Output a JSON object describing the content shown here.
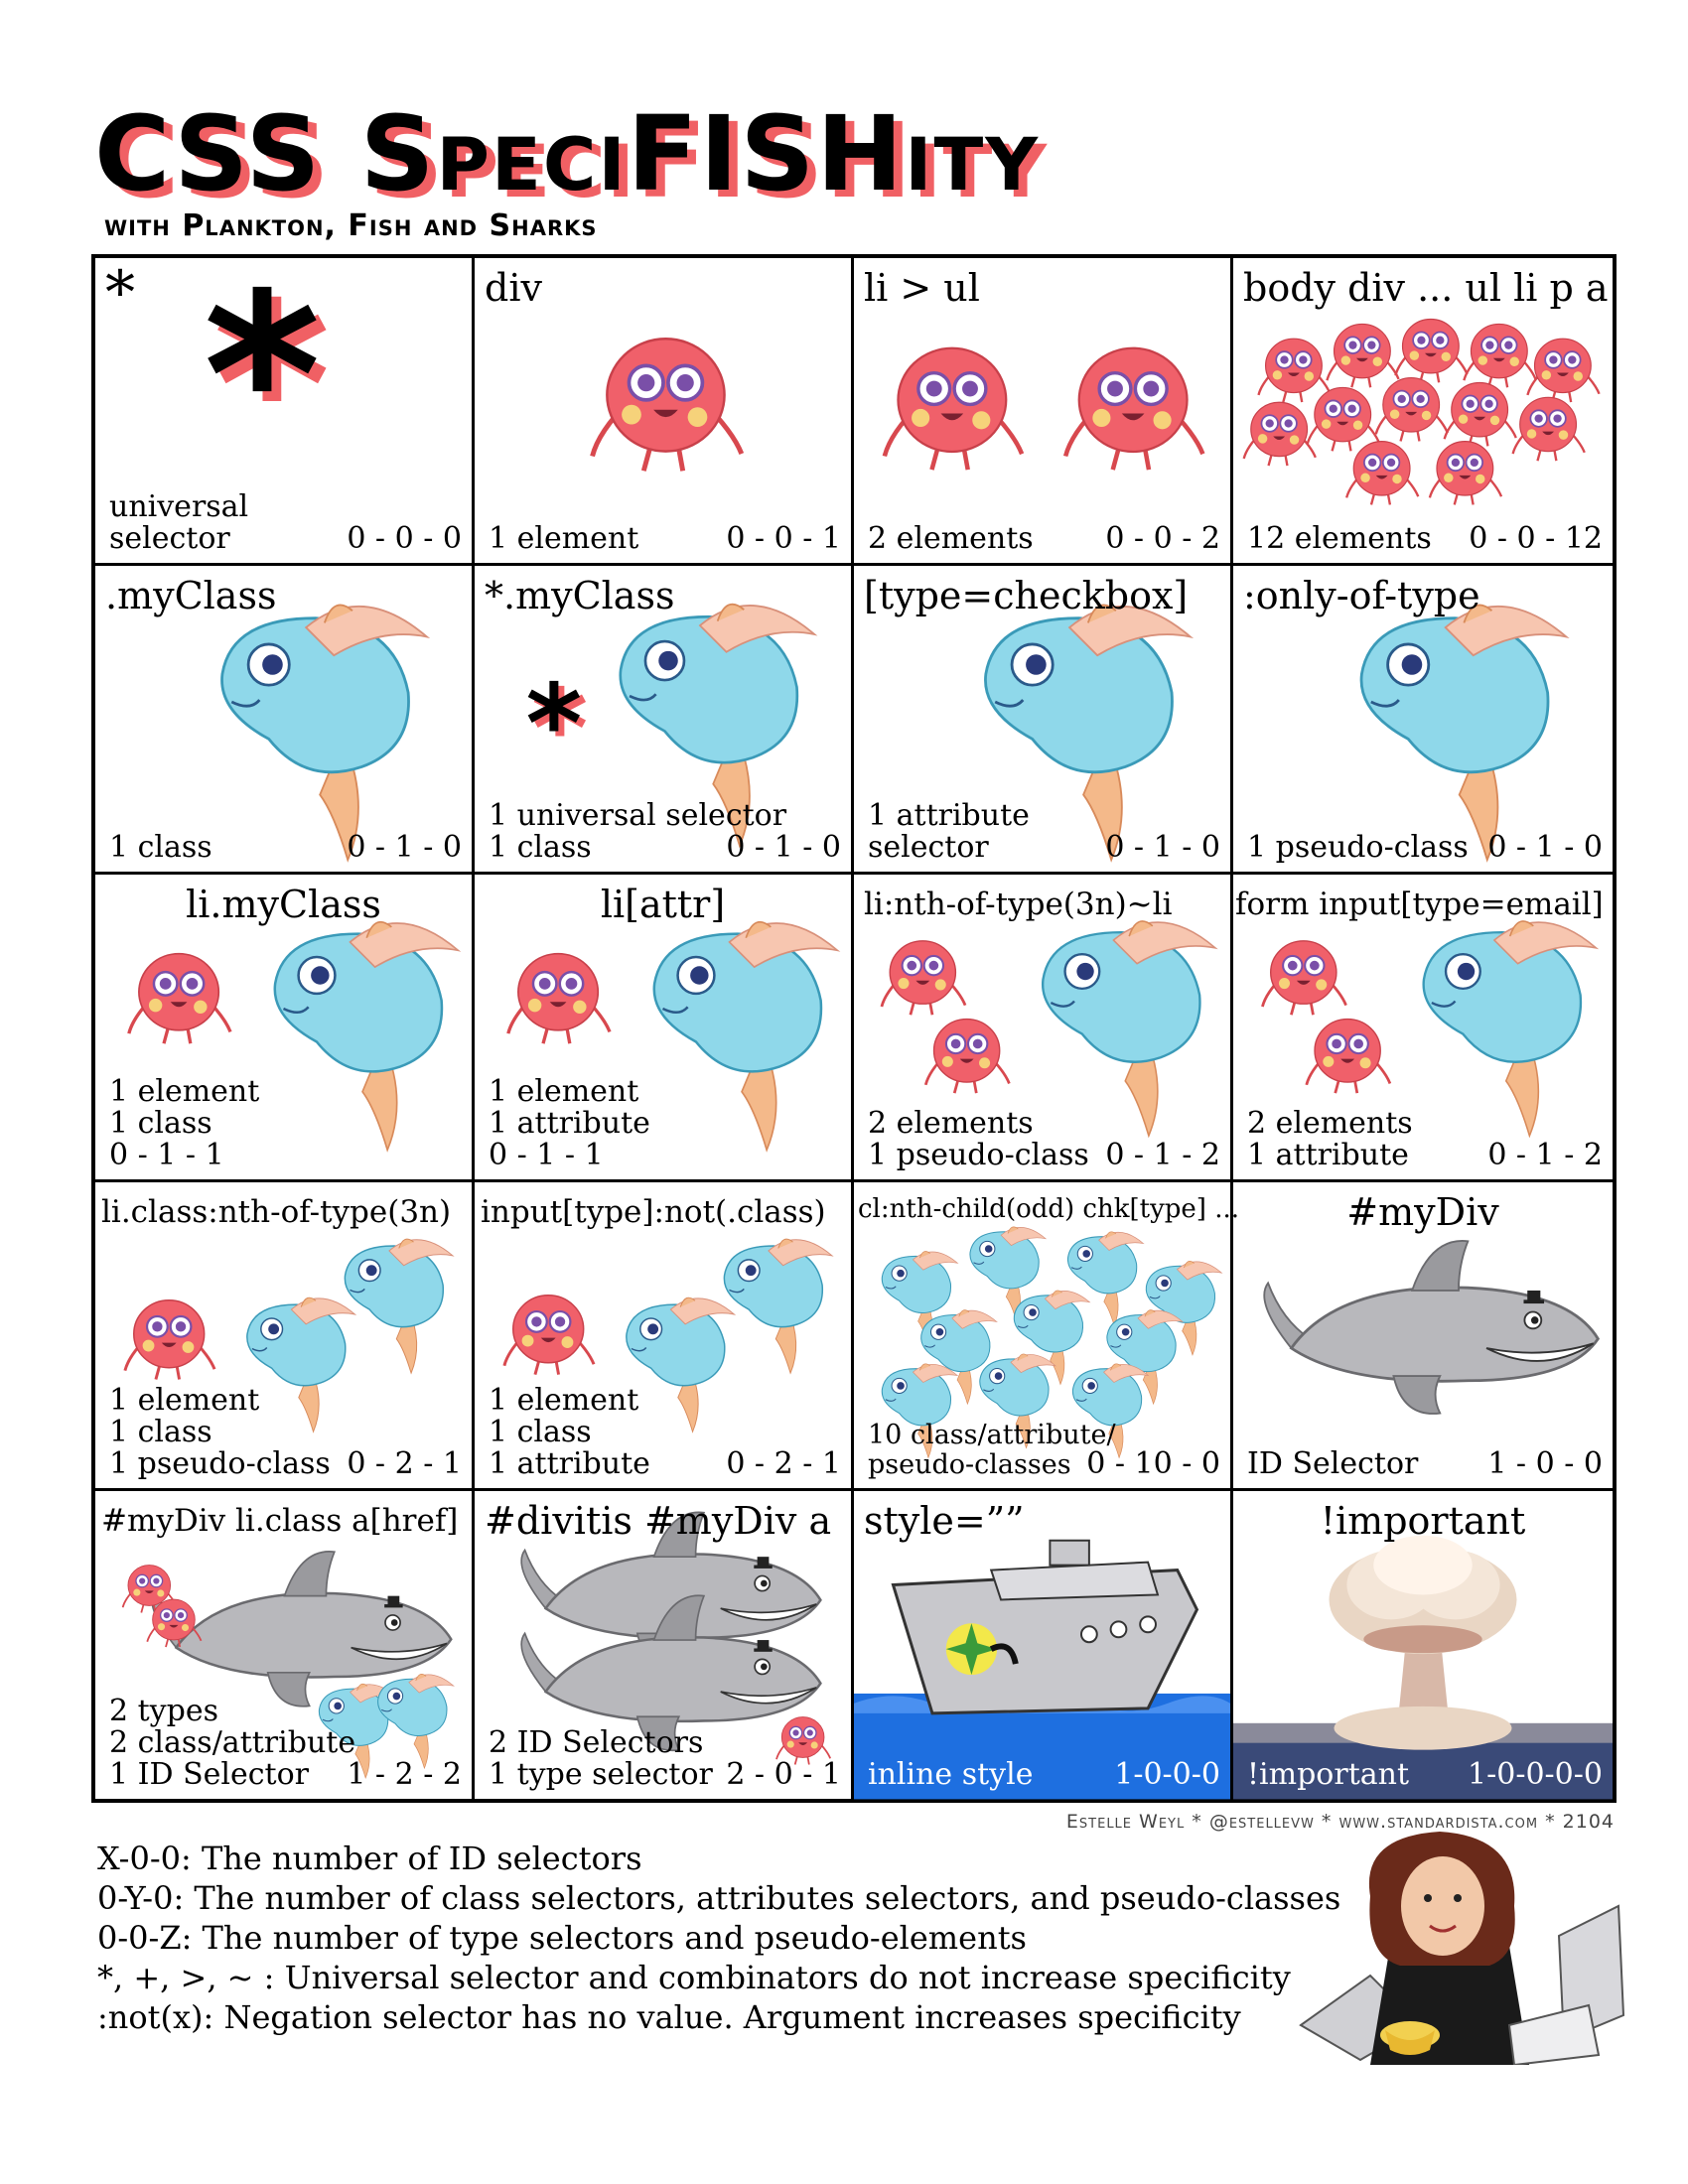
{
  "header": {
    "title": "CSS SpeciFISHity",
    "subtitle": "with Plankton, Fish and Sharks"
  },
  "cells": [
    {
      "selector": "*",
      "desc": "universal\nselector",
      "spec": "0 - 0 - 0"
    },
    {
      "selector": "div",
      "desc": "1 element",
      "spec": "0 - 0 - 1"
    },
    {
      "selector": "li > ul",
      "desc": "2 elements",
      "spec": "0 - 0 - 2"
    },
    {
      "selector": "body div ... ul li p a",
      "desc": "12 elements",
      "spec": "0 - 0 - 12"
    },
    {
      "selector": ".myClass",
      "desc": "1 class",
      "spec": "0 - 1 - 0"
    },
    {
      "selector": "*.myClass",
      "desc": "1 universal selector\n1 class",
      "spec": "0 - 1 - 0"
    },
    {
      "selector": "[type=checkbox]",
      "desc": "1 attribute\nselector",
      "spec": "0 - 1 - 0"
    },
    {
      "selector": ":only-of-type",
      "desc": "1 pseudo-class",
      "spec": "0 - 1 - 0"
    },
    {
      "selector": "li.myClass",
      "desc": "1 element\n1 class\n0 - 1 - 1",
      "spec": ""
    },
    {
      "selector": "li[attr]",
      "desc": "1 element\n1 attribute\n0 - 1 - 1",
      "spec": ""
    },
    {
      "selector": "li:nth-of-type(3n)~li",
      "desc": "2 elements\n1 pseudo-class",
      "spec": "0 - 1 - 2"
    },
    {
      "selector": "form input[type=email]",
      "desc": "2 elements\n1 attribute",
      "spec": "0 - 1 - 2"
    },
    {
      "selector": "li.class:nth-of-type(3n)",
      "desc": "1 element\n1 class\n1 pseudo-class",
      "spec": "0 - 2 - 1"
    },
    {
      "selector": "input[type]:not(.class)",
      "desc": "1 element\n1 class\n1 attribute",
      "spec": "0 - 2 - 1"
    },
    {
      "selector": "cl:nth-child(odd) chk[type] ...",
      "desc": "10 class/attribute/\n   pseudo-classes",
      "spec": "0 - 10 - 0"
    },
    {
      "selector": "#myDiv",
      "desc": "ID Selector",
      "spec": "1 - 0 - 0"
    },
    {
      "selector": "#myDiv li.class a[href]",
      "desc": "2 types\n2 class/attribute\n1 ID Selector",
      "spec": "1 - 2 - 2"
    },
    {
      "selector": "#divitis #myDiv a",
      "desc": "2 ID Selectors\n1 type selector",
      "spec": "2 - 0 - 1"
    },
    {
      "selector": "style=””",
      "desc": "inline style",
      "spec": "1-0-0-0"
    },
    {
      "selector": "!important",
      "desc": "!important",
      "spec": "1-0-0-0-0"
    }
  ],
  "credit": "Estelle Weyl * @estellevw * www.standardista.com * 2104",
  "legend": [
    "X-0-0: The number of ID selectors",
    "0-Y-0: The number of class selectors, attributes selectors, and pseudo-classes",
    "0-0-Z: The number of type selectors and pseudo-elements",
    "*, +, >, ~ : Universal selector and combinators do not increase specificity",
    ":not(x): Negation selector has no value. Argument increases specificity"
  ],
  "colors": {
    "accent_red": "#f06064",
    "plankton": "#f0606a",
    "fish": "#8fd8ea",
    "shark": "#a8a8ac",
    "sea": "#1e6fe0",
    "cloud": "#e9d6c4"
  },
  "icons": [
    "asterisk-icon",
    "plankton-icon",
    "fish-icon",
    "shark-icon",
    "ship-icon",
    "mushroom-cloud-icon"
  ]
}
